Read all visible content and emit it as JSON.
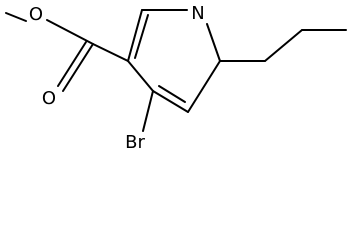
{
  "molecule": {
    "atoms": {
      "nitrogen": "N",
      "ester_oxygen": "O",
      "carbonyl_oxygen": "O",
      "bromine": "Br"
    }
  }
}
